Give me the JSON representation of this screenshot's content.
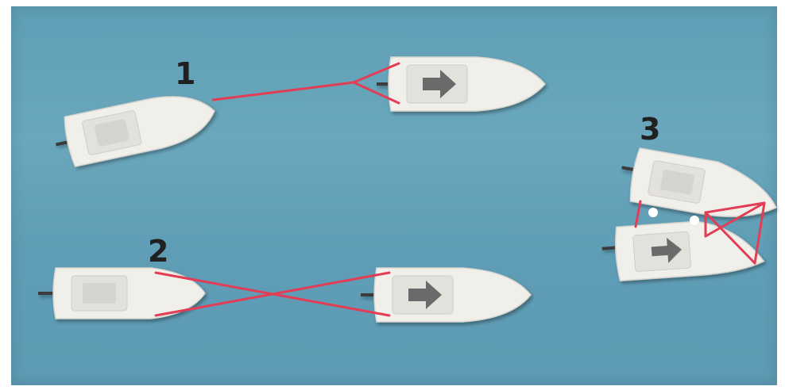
{
  "labels": {
    "one": "1",
    "two": "2",
    "three": "3"
  },
  "colors": {
    "water": "#6aa7bc",
    "hull": "#f1efea",
    "deck": "#e3e1dc",
    "cabin": "#d6d4cf",
    "arrow": "#6b6b6b",
    "towline": "#e33d55",
    "fender": "#ffffff",
    "outboard": "#3b3b3b"
  },
  "icons": {
    "direction": "arrow-right-icon"
  }
}
